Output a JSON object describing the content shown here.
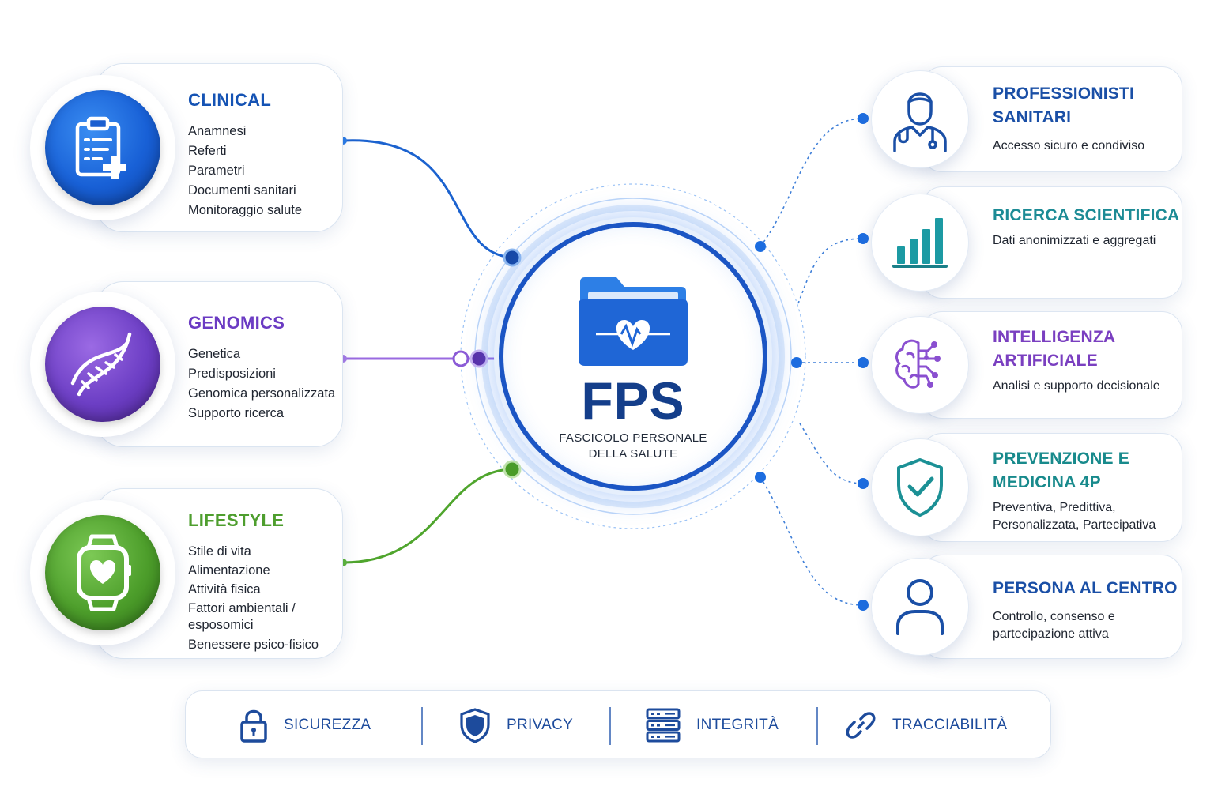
{
  "sources": [
    {
      "id": "clinical",
      "title": "CLINICAL",
      "items": [
        "Anamnesi",
        "Referti",
        "Parametri",
        "Documenti sanitari",
        "Monitoraggio salute"
      ],
      "color": "#1553b4",
      "icon": "clipboard-plus-icon"
    },
    {
      "id": "genomics",
      "title": "GENOMICS",
      "items": [
        "Genetica",
        "Predisposizioni",
        "Genomica personalizzata",
        "Supporto ricerca"
      ],
      "color": "#6b3bc3",
      "icon": "dna-icon"
    },
    {
      "id": "lifestyle",
      "title": "LIFESTYLE",
      "items": [
        "Stile di vita",
        "Alimentazione",
        "Attività fisica",
        "Fattori ambientali / esposomici",
        "Benessere psico-fisico"
      ],
      "color": "#4e9e2e",
      "icon": "smartwatch-heart-icon"
    }
  ],
  "hub": {
    "title": "FPS",
    "subtitle": "FASCICOLO PERSONALE DELLA SALUTE",
    "icon": "folder-heart-icon",
    "color": "#1b55c4"
  },
  "outputs": [
    {
      "id": "professionisti",
      "title": "PROFESSIONISTI SANITARI",
      "desc": "Accesso sicuro e condiviso",
      "color": "#1a4fa6",
      "icon": "doctor-icon"
    },
    {
      "id": "ricerca",
      "title": "RICERCA SCIENTIFICA",
      "desc": "Dati anonimizzati e aggregati",
      "color": "#1c8b95",
      "icon": "bar-chart-icon"
    },
    {
      "id": "ia",
      "title": "INTELLIGENZA ARTIFICIALE",
      "desc": "Analisi e supporto decisionale",
      "color": "#7a3fc0",
      "icon": "brain-circuit-icon"
    },
    {
      "id": "prevenzione",
      "title": "PREVENZIONE E MEDICINA 4P",
      "desc": "Preventiva, Predittiva, Personalizzata, Partecipativa",
      "color": "#188a8c",
      "icon": "shield-check-icon"
    },
    {
      "id": "persona",
      "title": "PERSONA AL CENTRO",
      "desc": "Controllo, consenso e partecipazione attiva",
      "color": "#1a4fa6",
      "icon": "person-icon"
    }
  ],
  "features": [
    {
      "label": "SICUREZZA",
      "icon": "lock-icon"
    },
    {
      "label": "PRIVACY",
      "icon": "shield-icon"
    },
    {
      "label": "INTEGRITÀ",
      "icon": "server-stack-icon"
    },
    {
      "label": "TRACCIABILITÀ",
      "icon": "link-icon"
    }
  ]
}
